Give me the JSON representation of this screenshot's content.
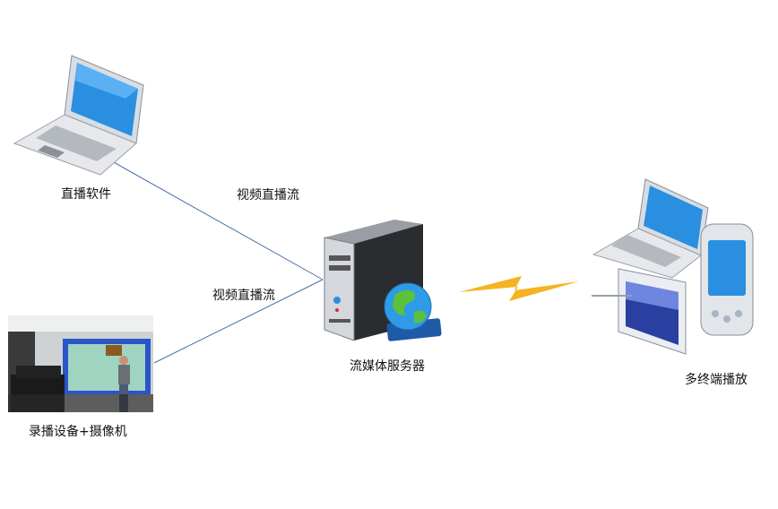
{
  "nodes": {
    "live_software": "直播软件",
    "recorder_camera": "录播设备+摄像机",
    "streaming_server": "流媒体服务器",
    "multi_terminal": "多终端播放"
  },
  "edges": {
    "upper_stream": "视频直播流",
    "lower_stream": "视频直播流"
  },
  "colors": {
    "connector": "#4a6fa5",
    "wireless": "#f5b321"
  }
}
